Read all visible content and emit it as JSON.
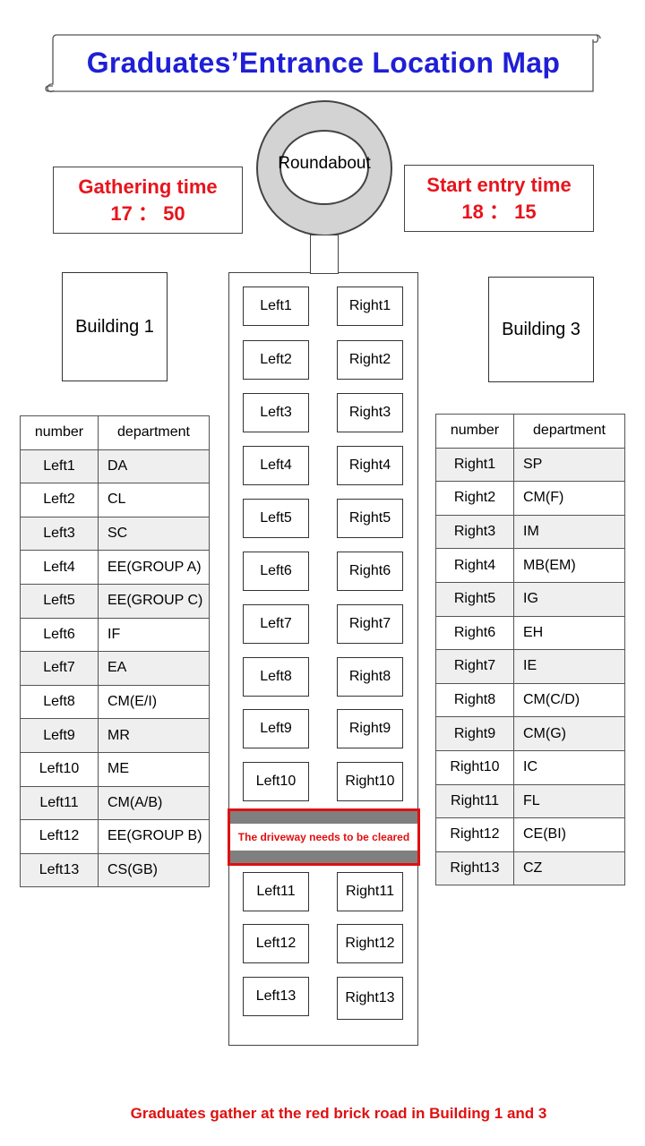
{
  "title": "Graduates’Entrance Location Map",
  "roundabout": {
    "label": "Roundabout"
  },
  "gathering": {
    "label": "Gathering time",
    "time": "17 ： 50"
  },
  "start_entry": {
    "label": "Start entry time",
    "time": "18 ： 15"
  },
  "buildings": {
    "left": "Building 1",
    "right": "Building 3"
  },
  "road": {
    "left_slots": [
      "Left1",
      "Left2",
      "Left3",
      "Left4",
      "Left5",
      "Left6",
      "Left7",
      "Left8",
      "Left9",
      "Left10",
      "Left11",
      "Left12",
      "Left13"
    ],
    "right_slots": [
      "Right1",
      "Right2",
      "Right3",
      "Right4",
      "Right5",
      "Right6",
      "Right7",
      "Right8",
      "Right9",
      "Right10",
      "Right11",
      "Right12",
      "Right13"
    ],
    "driveway_note": "The driveway needs to be cleared"
  },
  "left_table": {
    "headers": [
      "number",
      "department"
    ],
    "rows": [
      [
        "Left1",
        "DA"
      ],
      [
        "Left2",
        "CL"
      ],
      [
        "Left3",
        "SC"
      ],
      [
        "Left4",
        "EE(GROUP A)"
      ],
      [
        "Left5",
        "EE(GROUP C)"
      ],
      [
        "Left6",
        "IF"
      ],
      [
        "Left7",
        "EA"
      ],
      [
        "Left8",
        "CM(E/I)"
      ],
      [
        "Left9",
        "MR"
      ],
      [
        "Left10",
        "ME"
      ],
      [
        "Left11",
        "CM(A/B)"
      ],
      [
        "Left12",
        "EE(GROUP B)"
      ],
      [
        "Left13",
        "CS(GB)"
      ]
    ]
  },
  "right_table": {
    "headers": [
      "number",
      "department"
    ],
    "rows": [
      [
        "Right1",
        "SP"
      ],
      [
        "Right2",
        "CM(F)"
      ],
      [
        "Right3",
        "IM"
      ],
      [
        "Right4",
        "MB(EM)"
      ],
      [
        "Right5",
        "IG"
      ],
      [
        "Right6",
        "EH"
      ],
      [
        "Right7",
        "IE"
      ],
      [
        "Right8",
        "CM(C/D)"
      ],
      [
        "Right9",
        "CM(G)"
      ],
      [
        "Right10",
        "IC"
      ],
      [
        "Right11",
        "FL"
      ],
      [
        "Right12",
        "CE(BI)"
      ],
      [
        "Right13",
        "CZ"
      ]
    ]
  },
  "footer_note": "Graduates gather at the red brick road in Building 1 and 3",
  "colors": {
    "title": "#1f1fd6",
    "alert": "#e01010",
    "driveway_bar": "#7f7f7f"
  }
}
